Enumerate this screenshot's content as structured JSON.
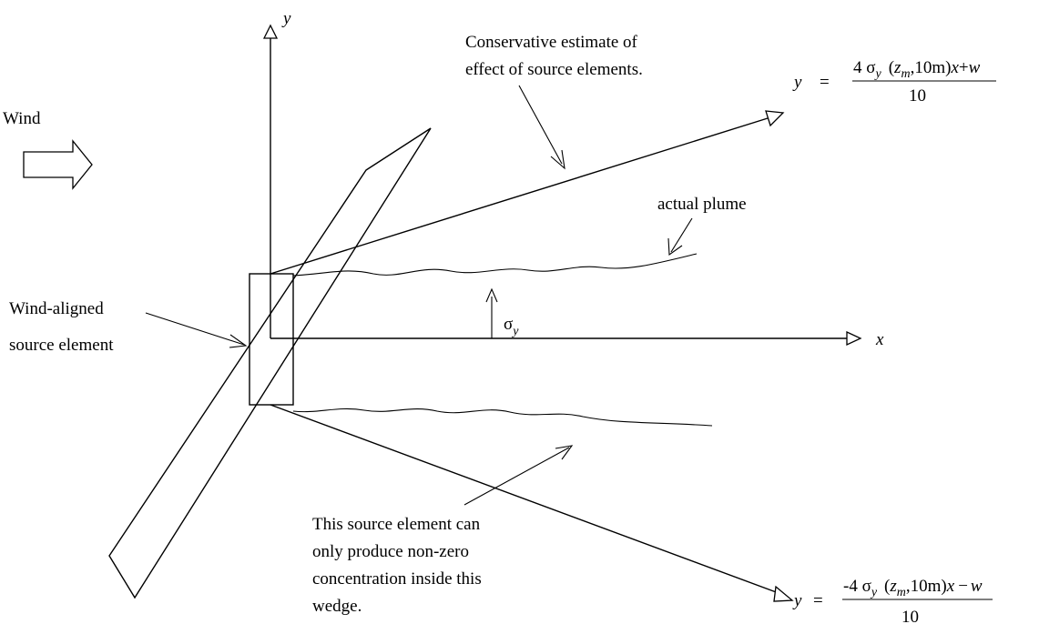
{
  "labels": {
    "axis_y": "y",
    "axis_x": "x",
    "wind": "Wind",
    "conservative_line1": "Conservative estimate of",
    "conservative_line2": "effect of source elements.",
    "actual_plume": "actual plume",
    "wind_aligned_line1": "Wind-aligned",
    "wind_aligned_line2": "source element",
    "sigma": "σ",
    "sigma_sub": "y",
    "wedge_line1": "This source element can",
    "wedge_line2": "only produce non-zero",
    "wedge_line3": "concentration inside this",
    "wedge_line4": "wedge."
  },
  "equations": {
    "upper": {
      "lhs": "y",
      "eq": "=",
      "num_coef": "4 σ",
      "num_sub": "y",
      "num_open": "(",
      "num_z": "z",
      "num_zsub": "m",
      "num_rest": ",10m)",
      "num_x": "x",
      "num_plus": "+",
      "num_w": "w",
      "den": "10"
    },
    "lower": {
      "lhs": "y",
      "eq": "=",
      "num_coef": "-4 σ",
      "num_sub": "y",
      "num_open": "(",
      "num_z": "z",
      "num_zsub": "m",
      "num_rest": ",10m)",
      "num_x": "x",
      "num_minus": "−",
      "num_w": "w",
      "den": "10"
    }
  }
}
